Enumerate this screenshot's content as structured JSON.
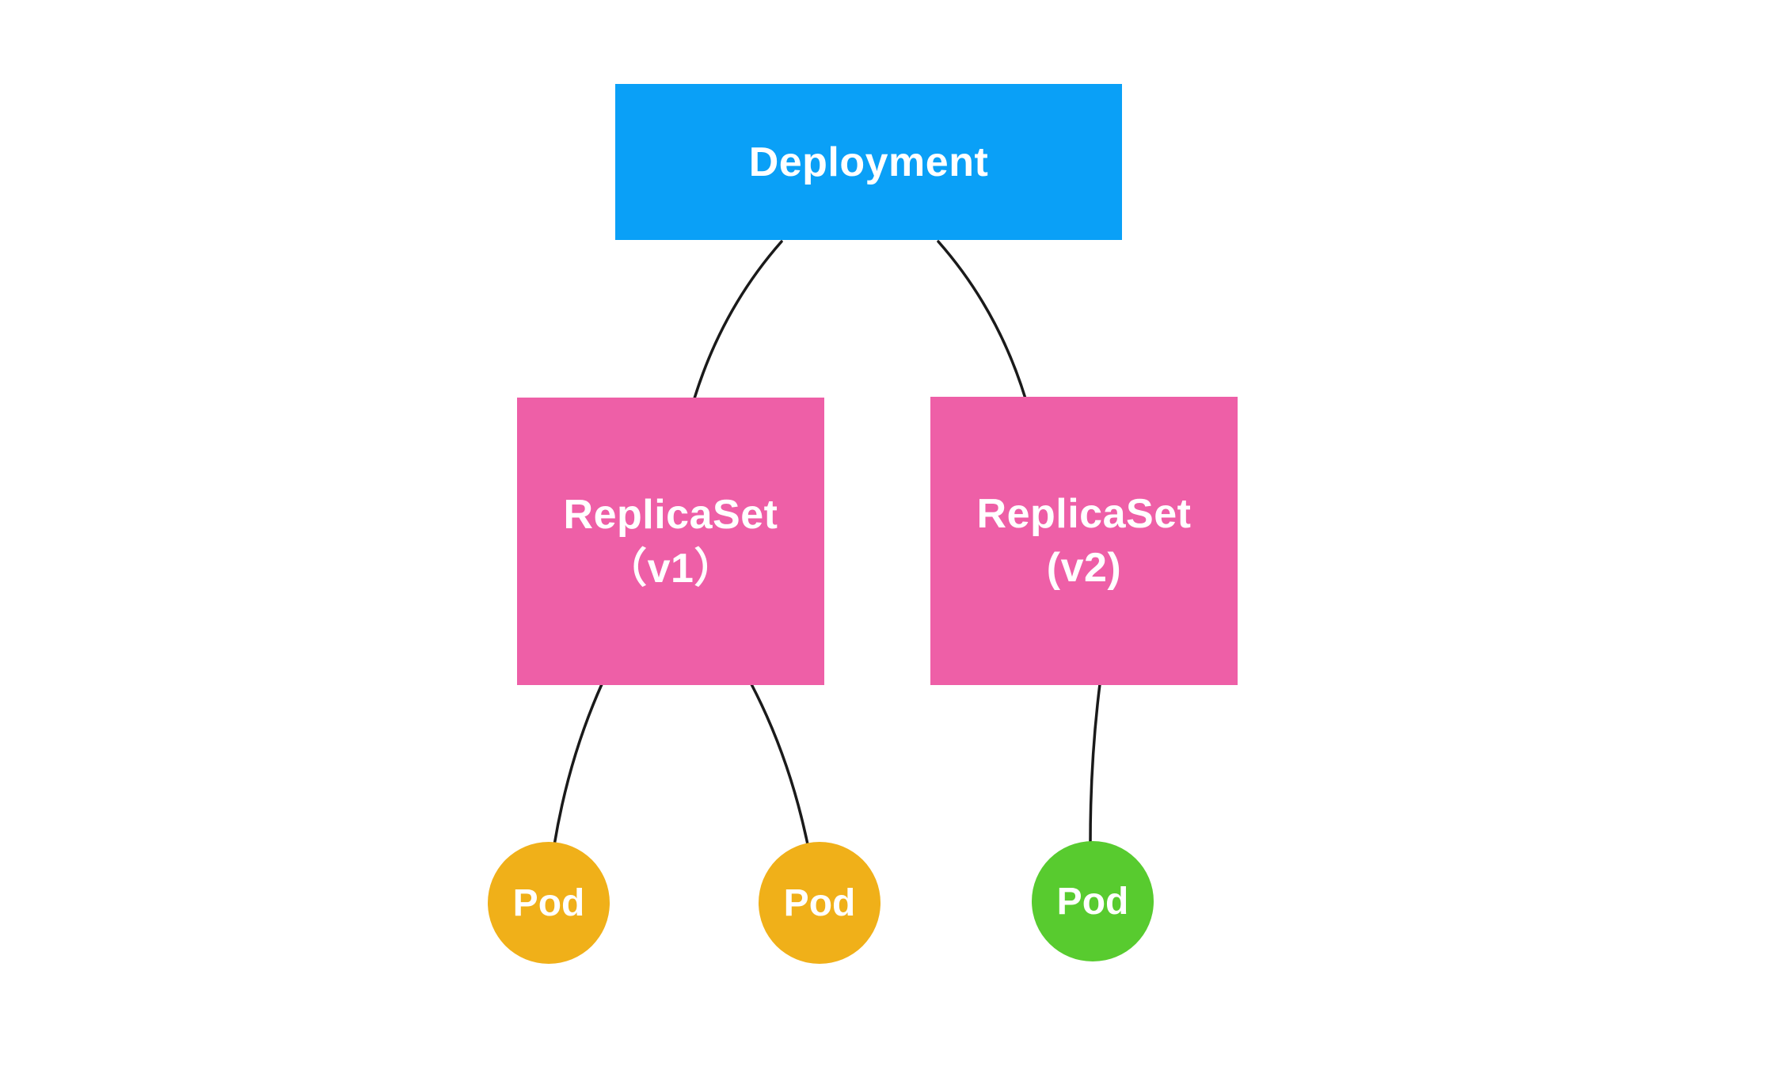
{
  "diagram": {
    "background_color": "#ffffff",
    "edge_color": "#1a1a1a",
    "label_text_color": "#ffffff",
    "nodes": {
      "deployment": {
        "label": "Deployment",
        "shape": "rectangle",
        "color": "#0aa0f7"
      },
      "replicaset_v1": {
        "label_line1": "ReplicaSet",
        "label_line2": "（v1）",
        "shape": "rectangle",
        "color": "#ee5fa7"
      },
      "replicaset_v2": {
        "label_line1": "ReplicaSet",
        "label_line2": "(v2)",
        "shape": "rectangle",
        "color": "#ee5fa7"
      },
      "pod_1": {
        "label": "Pod",
        "shape": "circle",
        "color": "#f0b019"
      },
      "pod_2": {
        "label": "Pod",
        "shape": "circle",
        "color": "#f0b019"
      },
      "pod_3": {
        "label": "Pod",
        "shape": "circle",
        "color": "#58cb2f"
      }
    },
    "edges": [
      {
        "from": "deployment",
        "to": "replicaset_v1"
      },
      {
        "from": "deployment",
        "to": "replicaset_v2"
      },
      {
        "from": "replicaset_v1",
        "to": "pod_1"
      },
      {
        "from": "replicaset_v1",
        "to": "pod_2"
      },
      {
        "from": "replicaset_v2",
        "to": "pod_3"
      }
    ]
  }
}
